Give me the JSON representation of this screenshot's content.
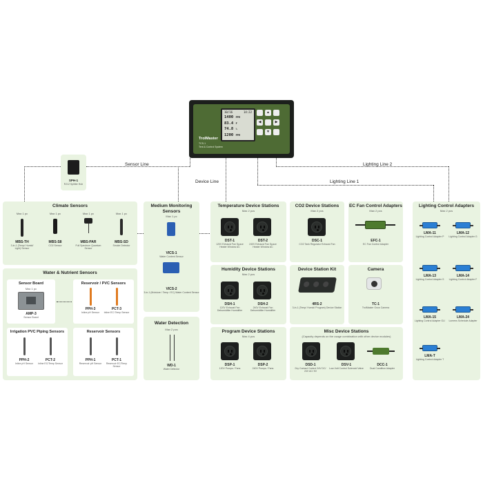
{
  "controller": {
    "brand": "TrolMaster",
    "model": "TCS-1",
    "subtitle": "Tent & Control System",
    "screen": {
      "time_left": "10/16",
      "time_right": "14:22",
      "rows": [
        {
          "value": "1400",
          "unit": "PPM"
        },
        {
          "value": "83.4",
          "unit": "F"
        },
        {
          "value": "74.8",
          "unit": "%"
        },
        {
          "value": "1200",
          "unit": "PPM"
        }
      ]
    }
  },
  "hub": {
    "code": "SPH-1",
    "desc": "RJ12 Splitter Hub"
  },
  "lines": {
    "sensor": "Sensor Line",
    "device": "Device Line",
    "lighting1": "Lighting Line 1",
    "lighting2": "Lighting Line 2"
  },
  "climate": {
    "title": "Climate Sensors",
    "items": [
      {
        "max": "Max 1 pc",
        "code": "MBS-TH",
        "desc": "3-in-1 (Temp/ Humid/ Light) Sensor"
      },
      {
        "max": "Max 1 pc",
        "code": "MBS-S8",
        "desc": "CO2 Sensor"
      },
      {
        "max": "Max 1 pc",
        "code": "MBS-PAR",
        "desc": "Full Spectrum Quantum Sensor"
      },
      {
        "max": "Max 1 pc",
        "code": "MBS-SD",
        "desc": "Smoke Detector"
      }
    ]
  },
  "medium": {
    "title": "Medium Monitoring Sensors",
    "max": "Max 1 pc",
    "items": [
      {
        "code": "VICS-1",
        "desc": "Water Content Sensor"
      },
      {
        "code": "VICS-2",
        "desc": "3-in-1 (Moisture / Temp / EC) Water Content Sensor"
      }
    ]
  },
  "water_detection": {
    "title": "Water Detection",
    "max": "Max 2 pcs",
    "items": [
      {
        "code": "WD-1",
        "desc": "Water Detector"
      }
    ]
  },
  "water_nutrient": {
    "title": "Water & Nutrient Sensors",
    "sensor_board": {
      "title": "Sensor Board",
      "max": "Max 1 pc",
      "code": "AMP-3",
      "desc": "Sensor Board"
    },
    "reservoir_pvc": {
      "title": "Reservoir / PVC Sensors",
      "items": [
        {
          "code": "PPH-3",
          "desc": "Inline pH Sensor"
        },
        {
          "code": "PCT-3",
          "desc": "Inline EC/ Temp Sensor"
        }
      ]
    },
    "irrigation": {
      "title": "Irrigation PVC Piping Sensors",
      "items": [
        {
          "code": "PPH-2",
          "desc": "Inline pH Sensor"
        },
        {
          "code": "PCT-2",
          "desc": "Inline EC/Temp Sensor"
        }
      ]
    },
    "reservoir": {
      "title": "Reservoir Sensors",
      "items": [
        {
          "code": "PPH-1",
          "desc": "Reservoir pH Sensor"
        },
        {
          "code": "PCT-1",
          "desc": "Reservoir EC/Temp Sensor"
        }
      ]
    }
  },
  "temp_stations": {
    "title": "Temperature Device Stations",
    "max": "Max 2 pcs",
    "items": [
      {
        "code": "DST-1",
        "desc": "120V Exhaust Fan Space Heater Window AC"
      },
      {
        "code": "DST-2",
        "desc": "240V Exhaust Fan Space Heater Window AC"
      }
    ]
  },
  "co2_stations": {
    "title": "CO2 Device Stations",
    "max": "Max 2 pcs",
    "items": [
      {
        "code": "DSC-1",
        "desc": "CO2 Tank Regulator Exhaust Fan"
      }
    ]
  },
  "ec_fan": {
    "title": "EC Fan Control Adapters",
    "max": "Max 2 pcs",
    "items": [
      {
        "code": "EFC-1",
        "desc": "EC Fan Control Adapter"
      }
    ]
  },
  "humidity_stations": {
    "title": "Humidity Device Stations",
    "max": "Max 2 pcs",
    "items": [
      {
        "code": "DSH-1",
        "desc": "120V Exhaust Fan Dehumidifier Humidifier"
      },
      {
        "code": "DSH-2",
        "desc": "240V Exhaust Fan Dehumidifier Humidifier"
      }
    ]
  },
  "station_kit": {
    "title": "Device Station Kit",
    "items": [
      {
        "code": "4RS-2",
        "desc": "3-in-1 (Temp/ Humid/ Program) Device Station"
      }
    ]
  },
  "camera": {
    "title": "Camera",
    "items": [
      {
        "code": "TC-1",
        "desc": "TrolMaster Grow Camera"
      }
    ]
  },
  "program_stations": {
    "title": "Program Device Stations",
    "max": "Max 4 pcs",
    "items": [
      {
        "code": "DSP-1",
        "desc": "120V Pumps / Fans"
      },
      {
        "code": "DSP-2",
        "desc": "240V Pumps / Fans"
      }
    ]
  },
  "misc_stations": {
    "title": "Misc Device Stations",
    "note": "(Capacity depends on the usage combination with other device modules)",
    "items": [
      {
        "code": "DSD-1",
        "desc": "Dry Contact Control 24V DC/ 24V AC/ 5V"
      },
      {
        "code": "DSV-1",
        "desc": "Low-Volt Control Solenoid Valve"
      },
      {
        "code": "DCC-1",
        "desc": "Dual Condition Adapter"
      }
    ]
  },
  "lighting": {
    "title": "Lighting Control Adapters",
    "max": "Max 2 pcs",
    "items": [
      {
        "code": "LMA-11",
        "desc": "Lighting Control Adapter P"
      },
      {
        "code": "LMA-12",
        "desc": "Lighting Control Adapter G"
      },
      {
        "code": "LMA-13",
        "desc": "Lighting Control Adapter S"
      },
      {
        "code": "LMA-14",
        "desc": "Lighting Control Adapter F"
      },
      {
        "code": "LMA-15",
        "desc": "Lighting Control Adapter GLI"
      },
      {
        "code": "LMA-24",
        "desc": "Lumens Schedule Adapter"
      },
      {
        "code": "LMA-T",
        "desc": "Lighting Control Adapter T"
      }
    ]
  }
}
